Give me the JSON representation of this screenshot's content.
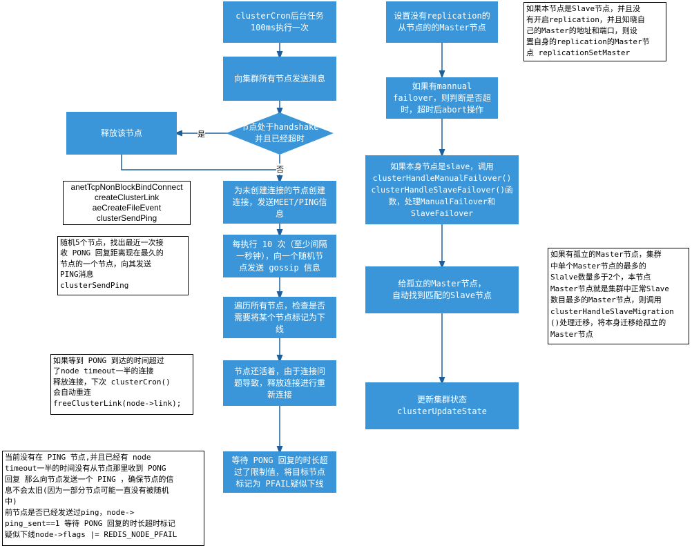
{
  "colors": {
    "box_fill": "#3a96d8",
    "connector": "#1f5f99",
    "note_border": "#000000"
  },
  "left_flow": {
    "start": [
      "clusterCron后台任务",
      "100ms执行一次"
    ],
    "send_all": [
      "向集群所有节点发送消息"
    ],
    "decision": [
      "节点处于handshake",
      "并且已经超时"
    ],
    "yes_label": "是",
    "no_label": "否",
    "release_node": [
      "释放该节点"
    ],
    "create_link": [
      "为未创建连接的节点创建",
      "连接，发送MEET/PING信",
      "息"
    ],
    "gossip": [
      "每执行 10 次（至少间隔",
      "一秒钟），向一个随机节",
      "点发送 gossip 信息"
    ],
    "traverse": [
      "遍历所有节点，检查是否",
      "需要将某个节点标记为下",
      "线"
    ],
    "reconnect": [
      "节点还活着，由于连接问",
      "题导致，释放连接进行重",
      "新连接"
    ],
    "pfail": [
      "等待 PONG 回复的时长超",
      "过了限制值，将目标节点",
      "标记为 PFAIL疑似下线"
    ]
  },
  "right_flow": {
    "set_master": [
      "设置没有replication的",
      "从节点的的Master节点"
    ],
    "manual_failover": [
      "如果有mannual",
      "failover，则判断是否超",
      "时，超时后abort操作"
    ],
    "slave_handle": [
      "如果本身节点是slave，调用",
      "clusterHandleManualFailover()",
      "clusterHandleSlaveFailover()函",
      "数，处理ManualFailover和",
      "SlaveFailover"
    ],
    "orphan": [
      "给孤立的Master节点，",
      "自动找到匹配的Slave节点"
    ],
    "update_state": [
      "更新集群状态",
      "clusterUpdateState"
    ]
  },
  "notes": {
    "link_funcs": [
      "anetTcpNonBlockBindConnect",
      "createClusterLink",
      "aeCreateFileEvent",
      "clusterSendPing"
    ],
    "random_ping": [
      "随机5个节点，找出最近一次接",
      "收 PONG 回复距离现在最久的",
      "节点的一个节点，向其发送",
      "PING消息",
      "clusterSendPing"
    ],
    "pong_timeout": [
      "如果等到 PONG 到达的时间超过",
      "了node timeout一半的连接",
      "释放连接，下次 clusterCron()",
      "会自动重连",
      "freeClusterLink(node->link);"
    ],
    "ping_check": [
      "当前没有在 PING 节点,并且已经有 node",
      "timeout一半的时间没有从节点那里收到 PONG",
      "回复 那么向节点发送一个 PING ，确保节点的信",
      "息不会太旧(因为一部分节点可能一直没有被随机",
      "中)",
      "前节点是否已经发送过ping，node->",
      "ping_sent==1 等待 PONG 回复的时长超时标记",
      "疑似下线node->flags |= REDIS_NODE_PFAIL"
    ],
    "slave_replication": [
      "如果本节点是Slave节点，并且没",
      "有开启replication，并且知晓自",
      "己的Master的地址和端口，则设",
      "置自身的replication的Master节",
      "点  replicationSetMaster"
    ],
    "orphan_master": [
      "如果有孤立的Master节点，集群",
      "中单个Master节点的最多的",
      "Slalve数量多于2个，本节点",
      "Master节点就是集群中正常Slave",
      "数目最多的Master节点，则调用",
      "clusterHandleSlaveMigration",
      "()处理迁移，将本身迁移给孤立的",
      "Master节点"
    ]
  }
}
